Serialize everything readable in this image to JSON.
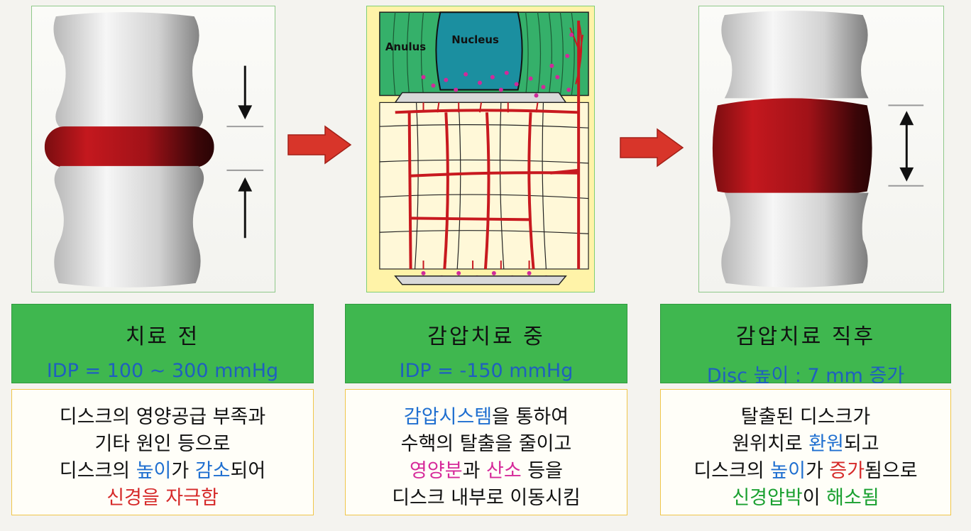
{
  "colors": {
    "disc_red": "#b3141a",
    "header_green": "#3fb74f",
    "arrow_red": "#d8352a",
    "text_blue": "#1f6fd0",
    "text_red": "#d62a2a",
    "text_pink": "#d62a9a",
    "text_green": "#1aa030"
  },
  "panels": [
    {
      "title": "치료 전",
      "subtitle": "IDP = 100 ~ 300 mmHg",
      "lines": [
        [
          {
            "t": "디스크의 영양공급 부족과",
            "c": ""
          }
        ],
        [
          {
            "t": "기타 원인 등으로",
            "c": ""
          }
        ],
        [
          {
            "t": "디스크의 ",
            "c": ""
          },
          {
            "t": "높이",
            "c": "blue"
          },
          {
            "t": "가 ",
            "c": ""
          },
          {
            "t": "감소",
            "c": "blue"
          },
          {
            "t": "되어",
            "c": ""
          }
        ],
        [
          {
            "t": "신경을 자극함",
            "c": "red"
          }
        ]
      ]
    },
    {
      "title": "감압치료 중",
      "subtitle": "IDP =  -150 mmHg",
      "lines": [
        [
          {
            "t": "감압시스템",
            "c": "blue"
          },
          {
            "t": "을 통하여",
            "c": ""
          }
        ],
        [
          {
            "t": "수핵의 탈출을 줄이고",
            "c": ""
          }
        ],
        [
          {
            "t": "영양분",
            "c": "pink"
          },
          {
            "t": "과 ",
            "c": ""
          },
          {
            "t": "산소",
            "c": "pink"
          },
          {
            "t": " 등을",
            "c": ""
          }
        ],
        [
          {
            "t": "디스크 내부로 이동시킴",
            "c": ""
          }
        ]
      ]
    },
    {
      "title": "감압치료 직후",
      "subtitle": "Disc 높이 : 7 mm 증가",
      "lines": [
        [
          {
            "t": "탈출된 디스크가",
            "c": ""
          }
        ],
        [
          {
            "t": "원위치로 ",
            "c": ""
          },
          {
            "t": "환원",
            "c": "blue"
          },
          {
            "t": "되고",
            "c": ""
          }
        ],
        [
          {
            "t": "디스크의 ",
            "c": ""
          },
          {
            "t": "높이",
            "c": "blue"
          },
          {
            "t": "가 ",
            "c": ""
          },
          {
            "t": "증가",
            "c": "red"
          },
          {
            "t": "됨으로",
            "c": ""
          }
        ],
        [
          {
            "t": "신경압박",
            "c": "green"
          },
          {
            "t": "이 ",
            "c": ""
          },
          {
            "t": "해소됨",
            "c": "green"
          }
        ]
      ]
    }
  ],
  "diagram_labels": {
    "anulus": "Anulus",
    "nucleus": "Nucleus"
  },
  "icons": {
    "step_arrow": "right-arrow-icon",
    "compress_arrows": "compress-arrows-icon",
    "expand_arrow": "double-arrow-icon"
  }
}
